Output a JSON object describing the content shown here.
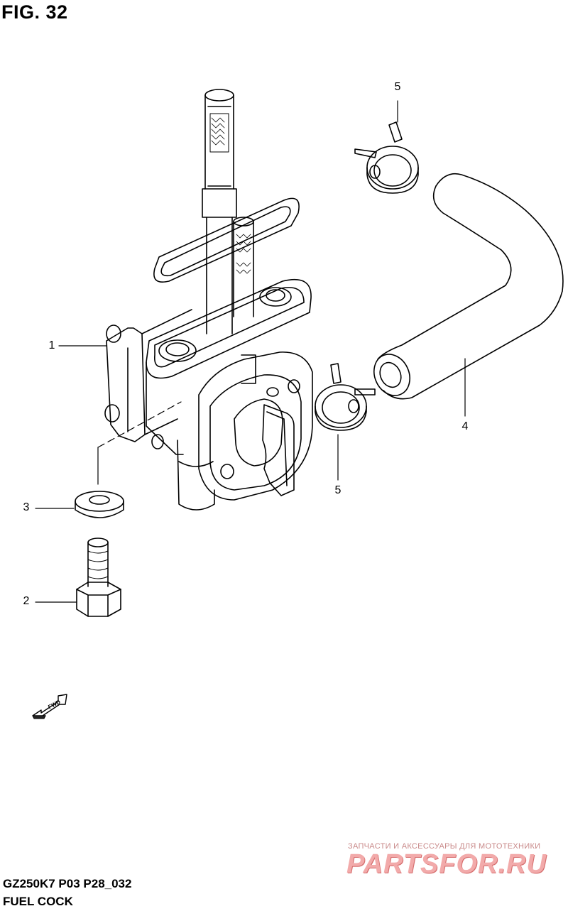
{
  "figure": {
    "title": "FIG. 32",
    "code": "GZ250K7 P03 P28_032",
    "caption": "FUEL COCK"
  },
  "callouts": [
    {
      "id": "c1",
      "label": "1"
    },
    {
      "id": "c2",
      "label": "2"
    },
    {
      "id": "c3",
      "label": "3"
    },
    {
      "id": "c4",
      "label": "4"
    },
    {
      "id": "c5a",
      "label": "5"
    },
    {
      "id": "c5b",
      "label": "5"
    }
  ],
  "fwd_label": "FWD",
  "watermark": {
    "tagline": "ЗАПЧАСТИ И АКСЕССУАРЫ ДЛЯ МОТОТЕХНИКИ",
    "brand": "PARTSFOR.RU"
  },
  "colors": {
    "line": "#000000",
    "watermark": "#f2aaaa"
  }
}
